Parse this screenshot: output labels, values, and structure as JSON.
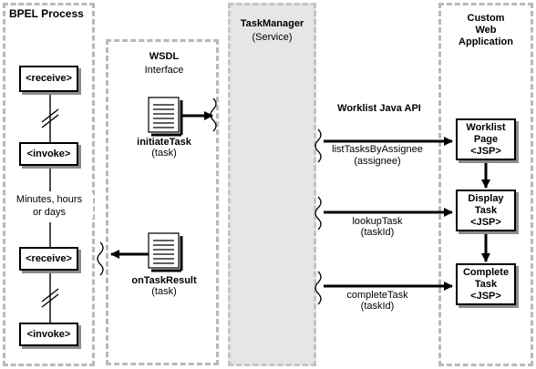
{
  "bpel": {
    "title": "BPEL Process",
    "steps": [
      "<receive>",
      "<invoke>",
      "<receive>",
      "<invoke>"
    ],
    "wait_note_line1": "Minutes, hours",
    "wait_note_line2": "or days"
  },
  "wsdl": {
    "title": "WSDL",
    "subtitle": "Interface",
    "initiate": {
      "name": "initiateTask",
      "param": "(task)"
    },
    "result": {
      "name": "onTaskResult",
      "param": "(task)"
    }
  },
  "taskmanager": {
    "title": "TaskManager",
    "subtitle": "(Service)"
  },
  "api": {
    "title": "Worklist Java API",
    "calls": [
      {
        "name": "listTasksByAssignee",
        "param": "(assignee)"
      },
      {
        "name": "lookupTask",
        "param": "(taskId)"
      },
      {
        "name": "completeTask",
        "param": "(taskId)"
      }
    ]
  },
  "webapp": {
    "title_line1": "Custom",
    "title_line2": "Web",
    "title_line3": "Application",
    "pages": [
      {
        "line1": "Worklist",
        "line2": "Page",
        "line3": "<JSP>"
      },
      {
        "line1": "Display",
        "line2": "Task",
        "line3": "<JSP>"
      },
      {
        "line1": "Complete",
        "line2": "Task",
        "line3": "<JSP>"
      }
    ]
  }
}
